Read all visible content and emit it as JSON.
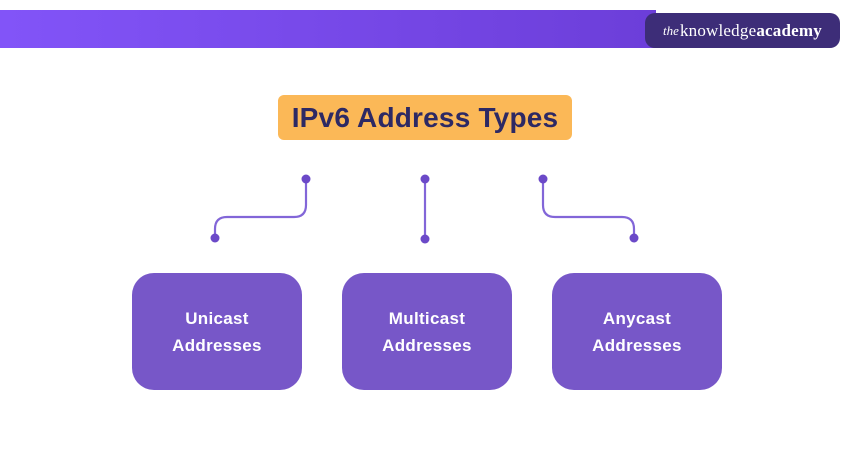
{
  "header": {
    "logo": {
      "the": "the",
      "knowledge": "knowledge",
      "academy": "academy"
    }
  },
  "title": {
    "text": "IPv6 Address Types"
  },
  "diagram": {
    "nodes": [
      {
        "id": "unicast",
        "line1": "Unicast",
        "line2": "Addresses"
      },
      {
        "id": "multicast",
        "line1": "Multicast",
        "line2": "Addresses"
      },
      {
        "id": "anycast",
        "line1": "Anycast",
        "line2": "Addresses"
      }
    ]
  },
  "colors": {
    "header_gradient_start": "#8254F8",
    "header_gradient_end": "#6C3ED9",
    "logo_background": "#3D2D78",
    "logo_text": "#FFFFFF",
    "title_background": "#FBB857",
    "title_text": "#2D2964",
    "node_background": "#7757C8",
    "node_text": "#FFFFFF",
    "connector_line": "#8266D8",
    "connector_dot": "#6B49C8"
  }
}
